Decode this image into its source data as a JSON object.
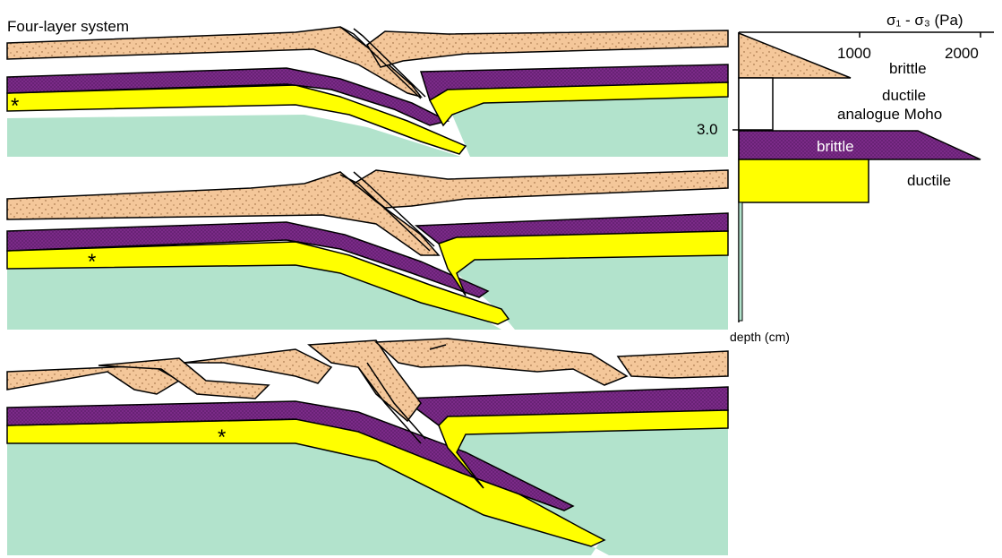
{
  "title": "Four-layer system",
  "strength_profile": {
    "axis_title": "σ₁ - σ₃ (Pa)",
    "ticks": [
      "1000",
      "2000"
    ],
    "depth_tick": "3.0",
    "depth_label": "depth (cm)",
    "layers": [
      {
        "label": "brittle",
        "color": "#f4c79a"
      },
      {
        "label": "ductile",
        "color": "#ffffff"
      },
      {
        "label": "analogue Moho",
        "color": "#ffffff"
      },
      {
        "label": "brittle",
        "color": "#7b2a88"
      },
      {
        "label": "ductile",
        "color": "#ffff00"
      }
    ]
  },
  "marker": "*",
  "colors": {
    "upper_crust": "#f4c79a",
    "lower_crust": "#ffffff",
    "upper_mantle": "#7b2a88",
    "lower_mantle": "#ffff00",
    "asthenosphere": "#b2e3cc"
  }
}
